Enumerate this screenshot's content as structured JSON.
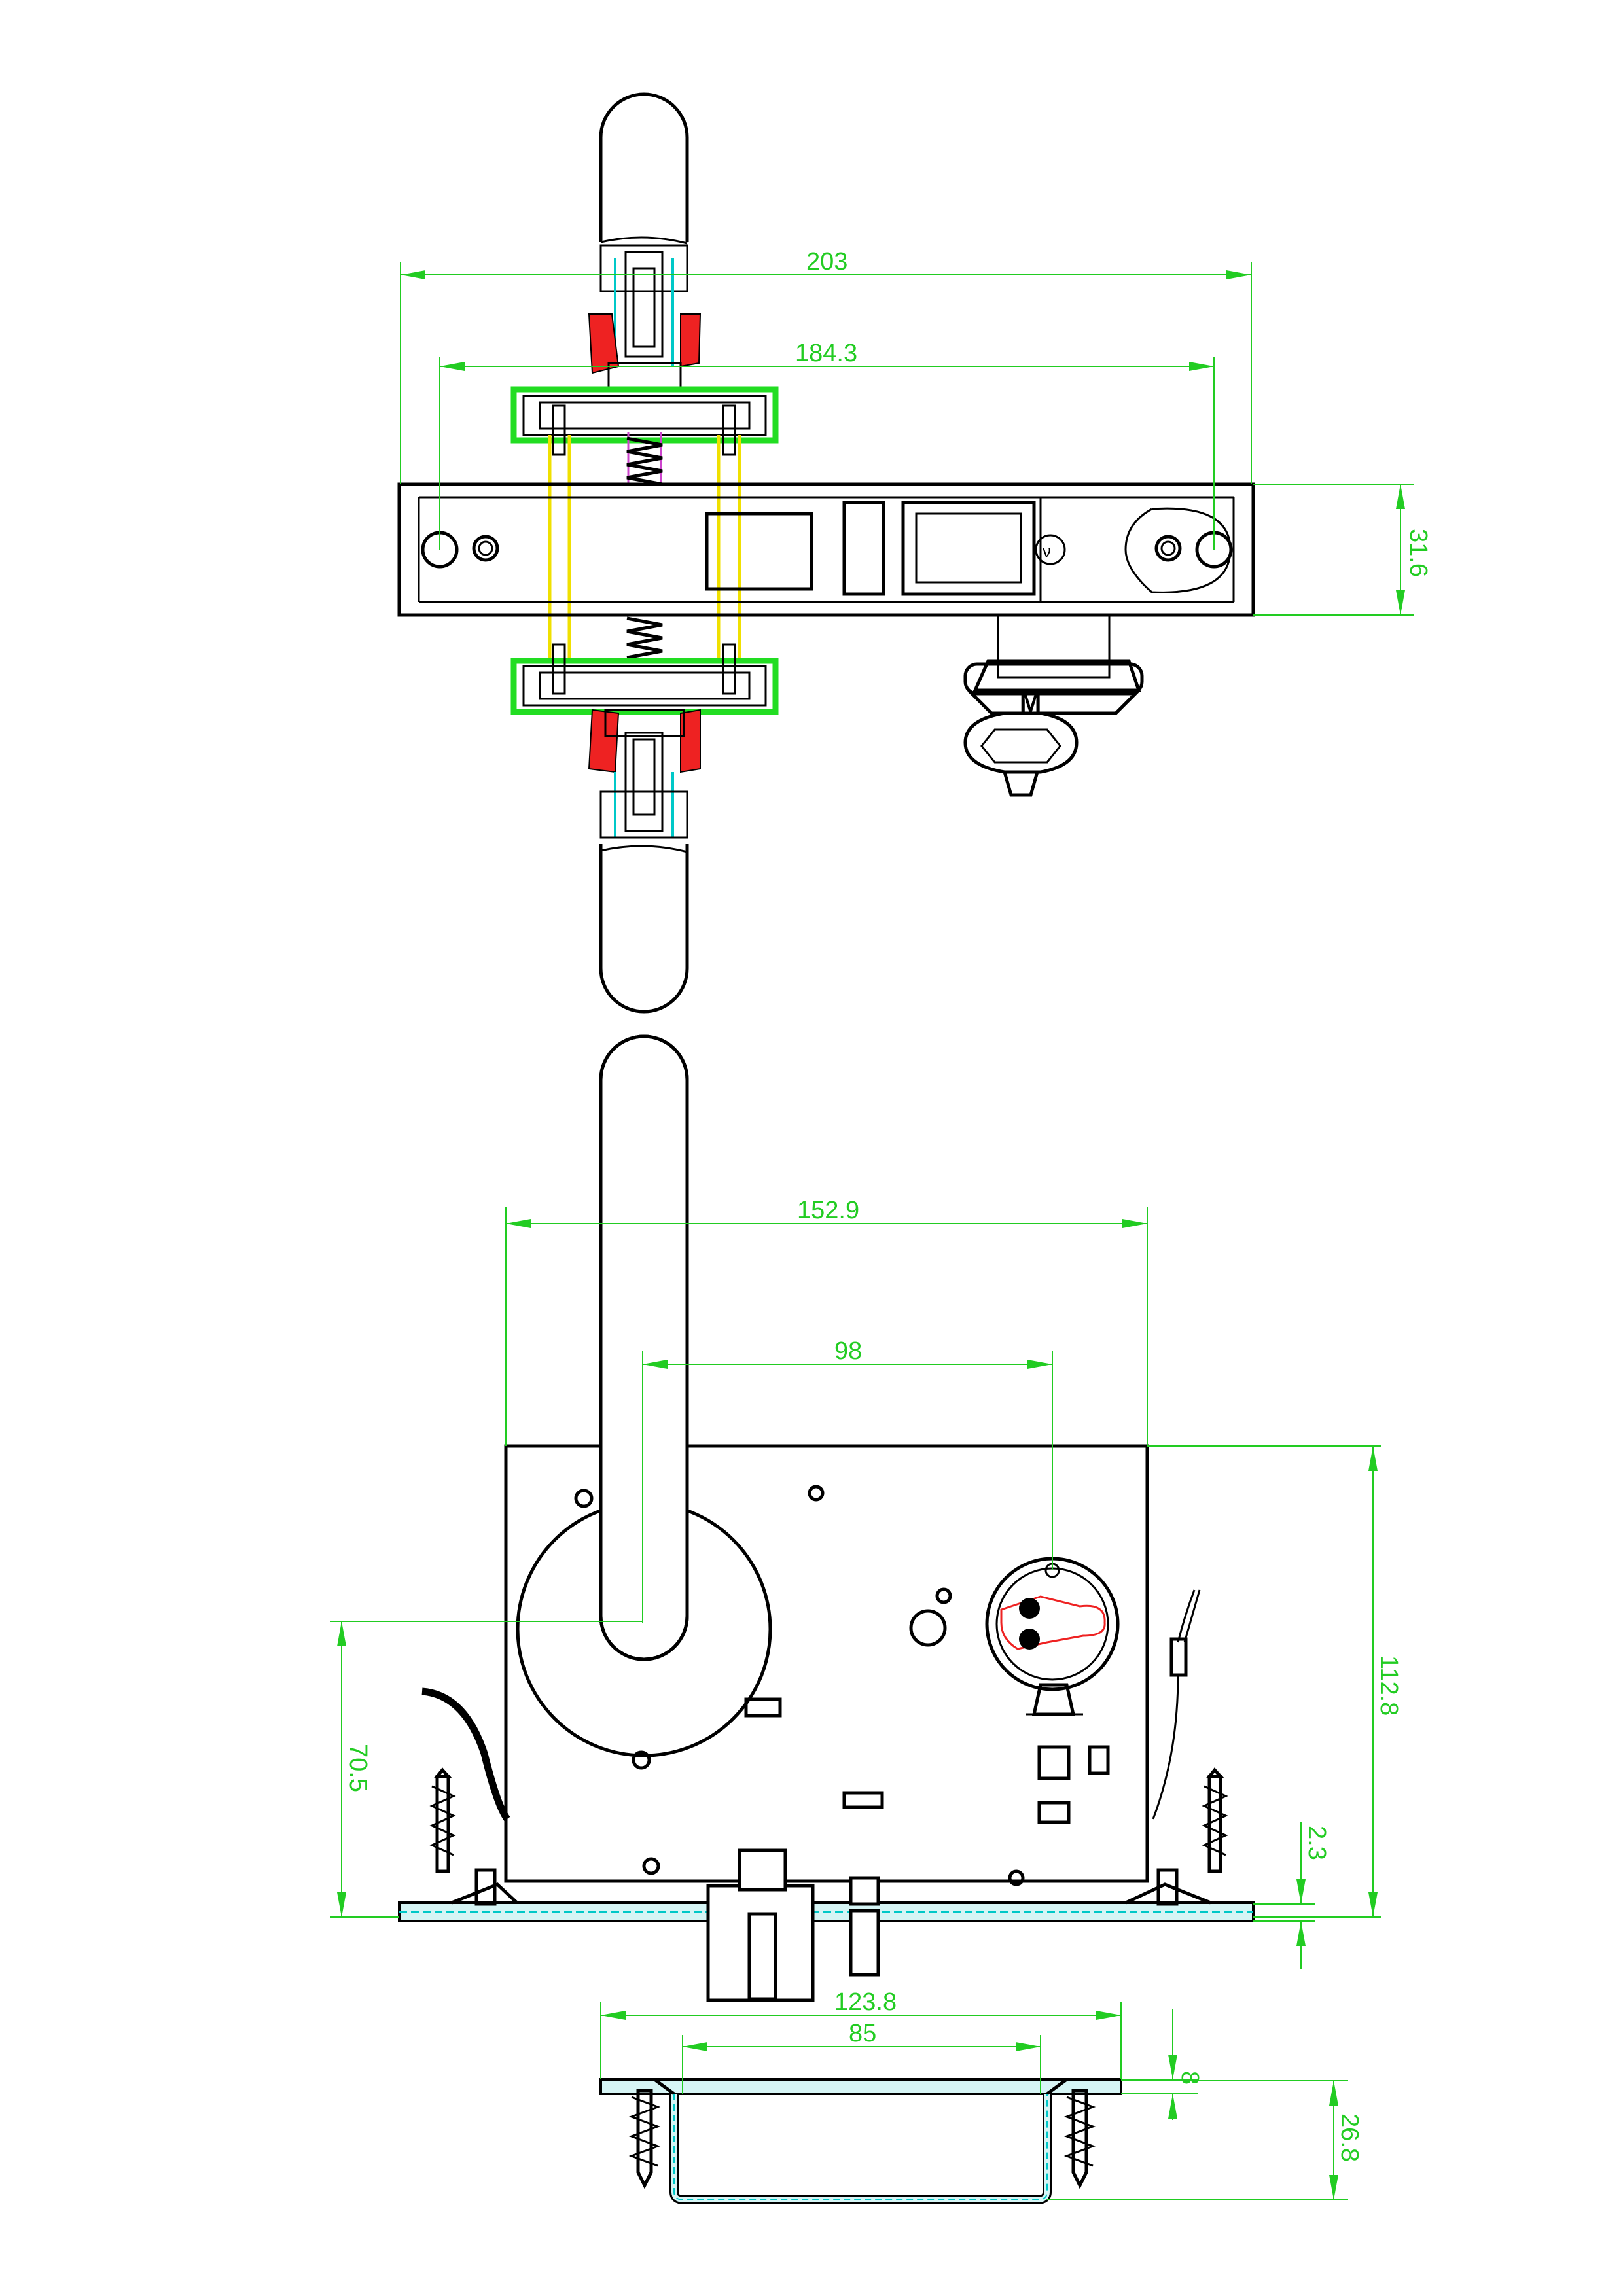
{
  "dimensions": {
    "top_overall_length": "203",
    "top_hole_spacing": "184.3",
    "top_plate_height": "31.6",
    "front_width": "152.9",
    "front_handle_offset": "98",
    "front_height": "112.8",
    "front_handle_height": "70.5",
    "front_plate_thickness": "2.3",
    "bottom_outer_width": "123.8",
    "bottom_inner_width": "85",
    "bottom_flange": "8",
    "bottom_depth": "26.8"
  },
  "labels": {
    "cylinder_mark": "M"
  },
  "colors": {
    "dimension": "#22cc22",
    "section_green": "#22dd22",
    "section_red": "#ee2222",
    "section_yellow": "#f0e000",
    "section_cyan": "#00c8c8",
    "section_magenta": "#cc44cc",
    "line": "#000000"
  }
}
